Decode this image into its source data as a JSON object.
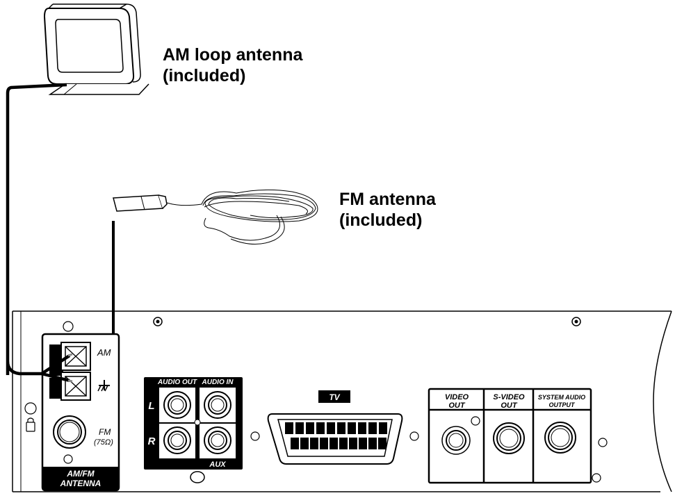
{
  "callouts": {
    "am": {
      "line1": "AM loop antenna",
      "line2": "(included)"
    },
    "fm": {
      "line1": "FM antenna",
      "line2": "(included)"
    }
  },
  "antenna_panel": {
    "am_label": "AM",
    "fm_label": "FM",
    "impedance": "(75Ω)",
    "title_line1": "AM/FM",
    "title_line2": "ANTENNA"
  },
  "audio_panel": {
    "audio_out": "AUDIO OUT",
    "audio_in": "AUDIO IN",
    "left": "L",
    "right": "R",
    "aux": "AUX"
  },
  "tv_label": "TV",
  "video_panel": {
    "video_out_1": "VIDEO",
    "video_out_2": "OUT",
    "svideo_out_1": "S-VIDEO",
    "svideo_out_2": "OUT",
    "system_audio_1": "SYSTEM AUDIO",
    "system_audio_2": "OUTPUT"
  },
  "icons": [
    "ground-symbol-icon",
    "lock-icon"
  ]
}
